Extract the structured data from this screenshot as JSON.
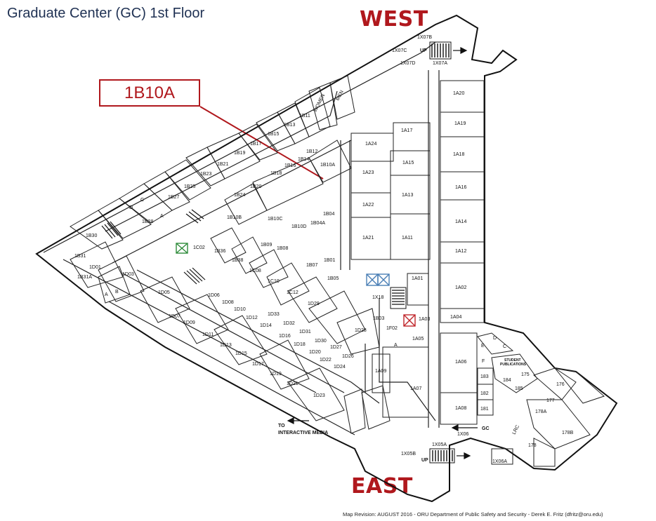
{
  "title": "Graduate Center (GC) 1st Floor",
  "compass": {
    "top": "WEST",
    "bottom": "EAST",
    "color": "#b0181d"
  },
  "callout": {
    "label": "1B10A",
    "color": "#b0181d"
  },
  "footer": "Map Revision: AUGUST 2016 - ORU Department of Public Safety and Security - Derek E. Fritz (dfritz@oru.edu)",
  "annotations": {
    "interactive_media": [
      "TO",
      "INTERACTIVE MEDIA"
    ],
    "gc": "GC",
    "up": "UP",
    "student_publications": [
      "STUDENT",
      "PUBLICATIONS"
    ]
  },
  "rooms": [
    "1A20",
    "1A19",
    "1A18",
    "1A17",
    "1A16",
    "1A15",
    "1A14",
    "1A13",
    "1A12",
    "1A11",
    "1A02",
    "1A04",
    "1A06",
    "1A08",
    "1A07",
    "1A09",
    "1A05",
    "1A03",
    "1A01",
    "1A21",
    "1A22",
    "1A23",
    "1A24",
    "1B04",
    "1B04A",
    "1B10A",
    "1B10C",
    "1B10D",
    "1B12",
    "1B14",
    "1B16",
    "1B18",
    "1B20",
    "1B24",
    "1B10B",
    "1B11",
    "1B13",
    "1B15",
    "1B17",
    "1B19",
    "1B21",
    "1B23",
    "1B25",
    "1B27",
    "1B28",
    "1B30",
    "1B31",
    "1B31A",
    "1B36",
    "1B38",
    "1B09",
    "1B08",
    "1B07",
    "1B05",
    "1B01",
    "1B03",
    "1C02",
    "1C08",
    "1C10",
    "1C12",
    "1D01",
    "1D03",
    "1D05",
    "1D07",
    "1D09",
    "1D11",
    "1D13",
    "1D15",
    "1D17",
    "1D19",
    "1D21",
    "1D23",
    "1D28",
    "1D29",
    "1D33",
    "1D32",
    "1D31",
    "1D30",
    "1D27",
    "1D26",
    "1D24",
    "1D22",
    "1D20",
    "1D18",
    "1D16",
    "1D14",
    "1D12",
    "1D10",
    "1D08",
    "1D06",
    "1X07B",
    "1X07C",
    "1X07D",
    "1X07A",
    "1X18",
    "1X05A",
    "1X05B",
    "1X06",
    "1X06A",
    "1F02",
    "175",
    "176",
    "177",
    "178",
    "178A",
    "178B",
    "181",
    "182",
    "183",
    "184",
    "185",
    "MEN",
    "WOMEN",
    "LRC",
    "A",
    "B",
    "C",
    "D",
    "E",
    "F"
  ],
  "stairs": [
    {
      "name": "1X07A",
      "colors": "#111111"
    },
    {
      "name": "1X05A",
      "colors": "#111111"
    }
  ],
  "elevator_colors": {
    "green": "#2e8b3a",
    "blue": "#4a7fb5",
    "red": "#c0262b"
  }
}
